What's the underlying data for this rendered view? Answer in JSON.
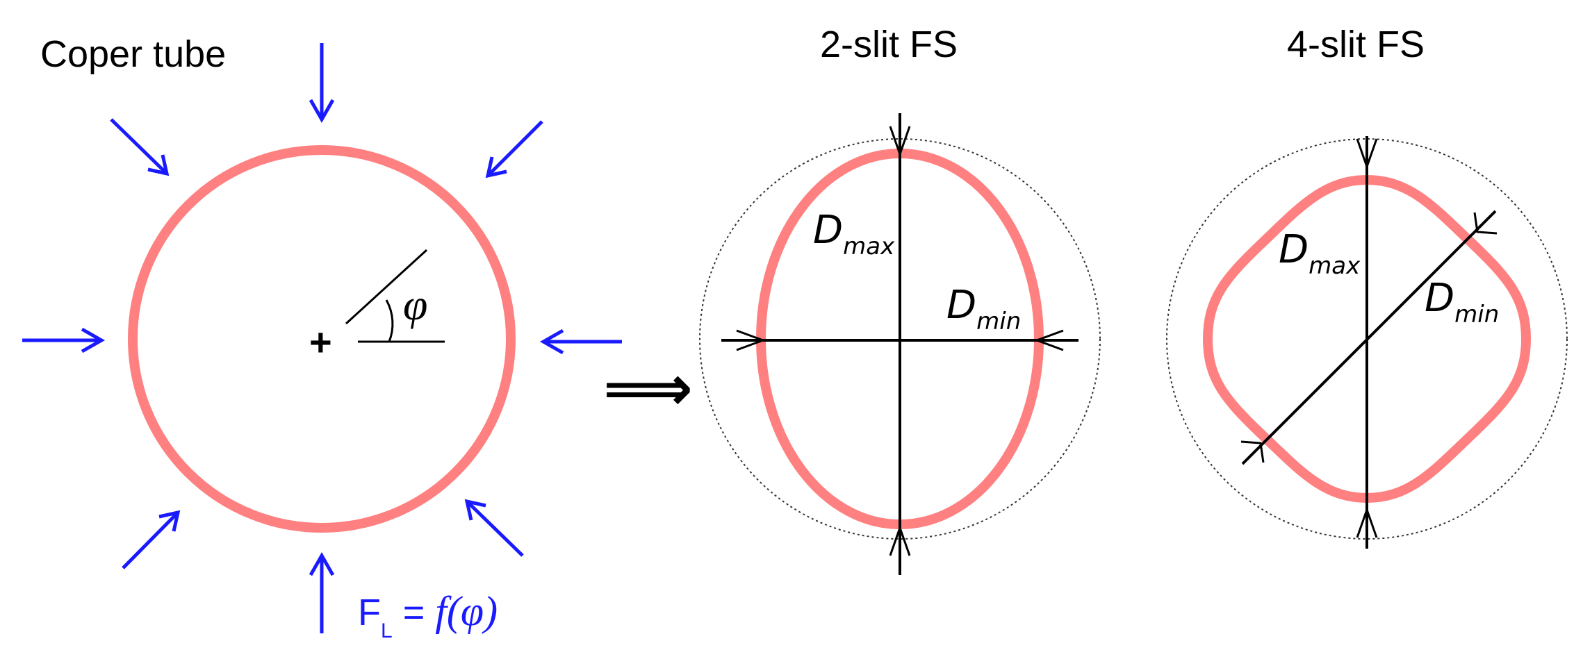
{
  "title_left": "Coper tube",
  "title_middle": "2-slit FS",
  "title_right": "4-slit FS",
  "angle_symbol": "φ",
  "center_mark": "+",
  "implies_symbol": "⟹",
  "force_formula": {
    "base": "F",
    "subscript": "L",
    "equals": " = ",
    "func": "f(φ)"
  },
  "middle_labels": {
    "dmax_base": "D",
    "dmax_sub": "max",
    "dmin_base": "D",
    "dmin_sub": "min"
  },
  "right_labels": {
    "dmax_base": "D",
    "dmax_sub": "max",
    "dmin_base": "D",
    "dmin_sub": "min"
  },
  "colors": {
    "tube": "#ff8080",
    "force_arrow": "#1a1aff",
    "formula": "#1a1aff",
    "line": "#000000",
    "dotted_circle": "#333333"
  }
}
